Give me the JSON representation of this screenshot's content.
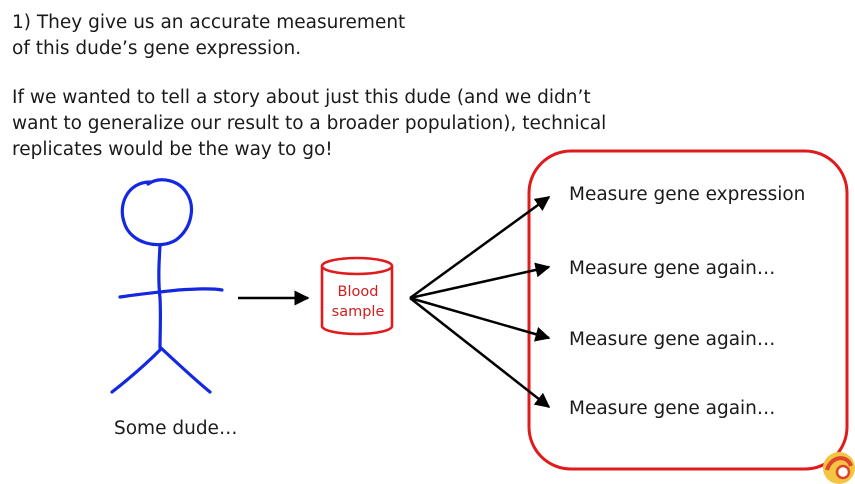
{
  "point_text": [
    "1) They give us an accurate measurement",
    "of this dude’s gene expression."
  ],
  "story_text": [
    "If we wanted to tell a story about just this dude (and we didn’t",
    "want to generalize our result to a broader population), technical",
    "replicates would be the way to go!"
  ],
  "person_label": "Some dude…",
  "tube_label": [
    "Blood",
    "sample"
  ],
  "measurements": [
    "Measure gene expression",
    "Measure gene again…",
    "Measure gene again…",
    "Measure gene again…"
  ],
  "colors": {
    "person": "#1428e0",
    "tube": "#e01b1b",
    "box": "#e01b1b",
    "arrow": "#000000",
    "text": "#1a1a1a"
  },
  "icons": {
    "corner": "statquest-logo-icon"
  }
}
